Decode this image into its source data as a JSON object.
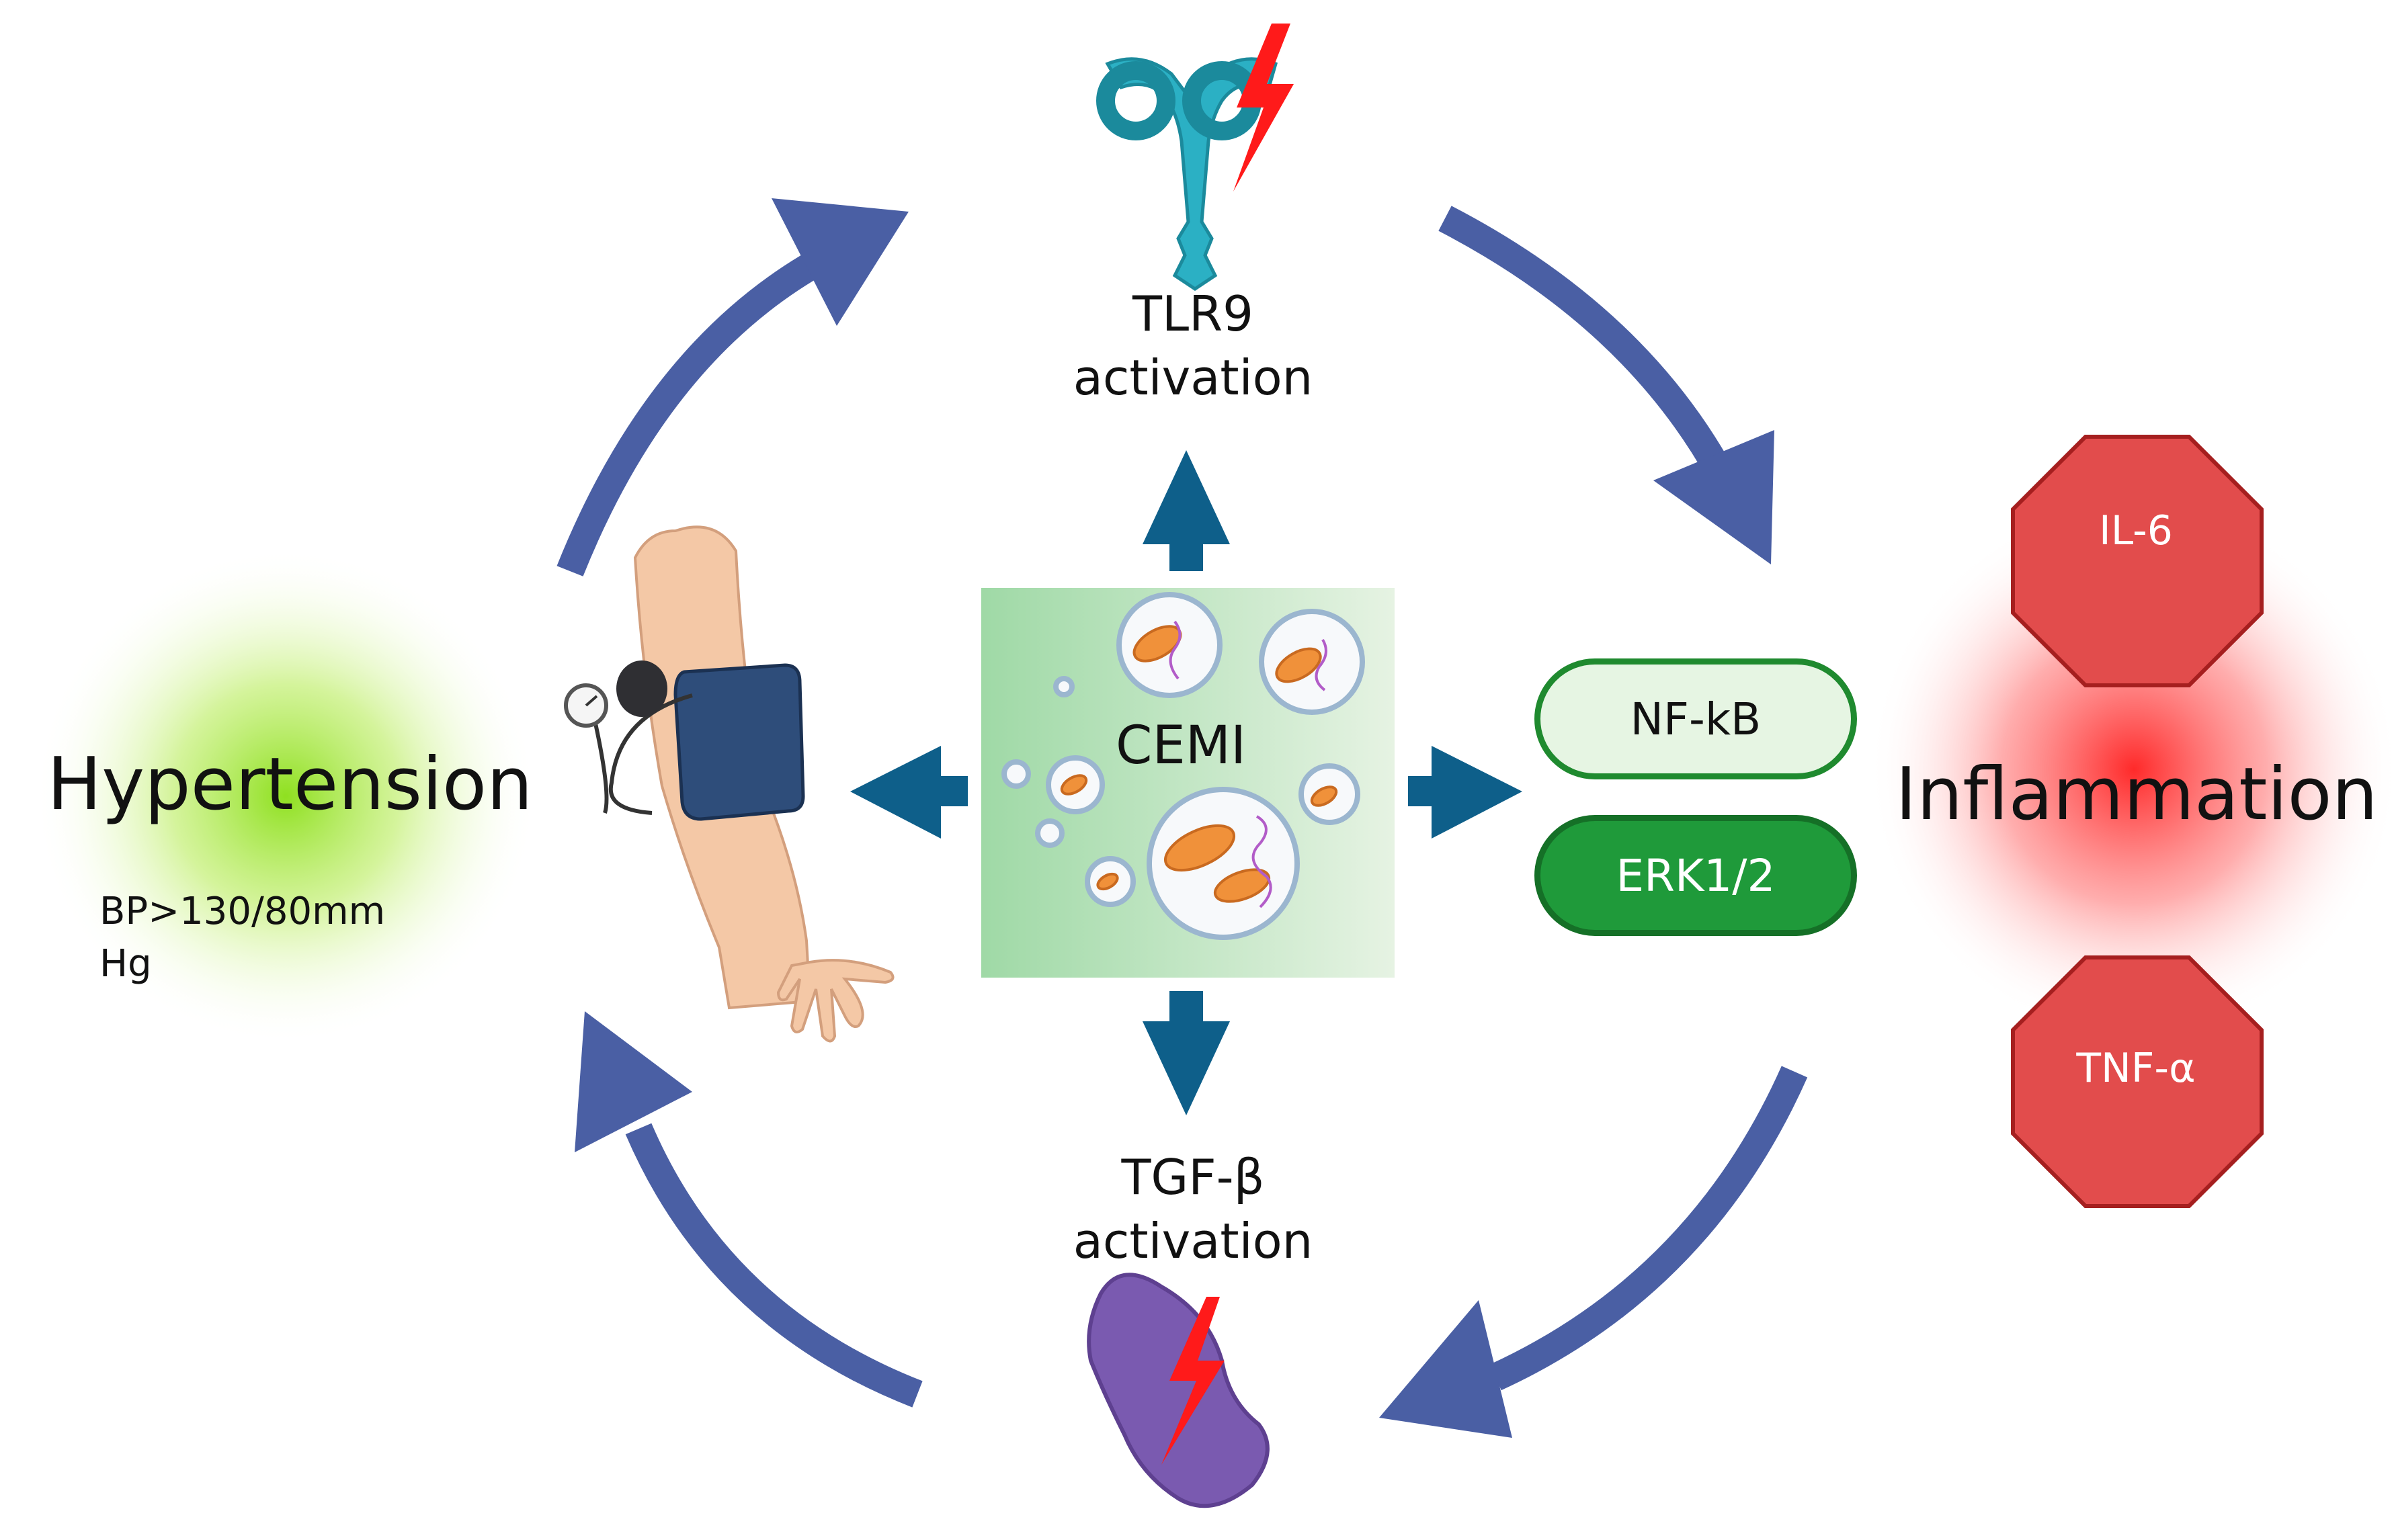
{
  "hypertension": {
    "title": "Hypertension",
    "bp_line1": "BP>130/80mm",
    "bp_line2": "Hg"
  },
  "inflammation": {
    "title": "Inflammation",
    "cytokines": [
      "IL-6",
      "TNF-α"
    ]
  },
  "center": {
    "label": "CEMI"
  },
  "tlr9": {
    "line1": "TLR9",
    "line2": "activation"
  },
  "tgfb": {
    "line1": "TGF-β",
    "line2": "activation"
  },
  "pathways": {
    "nfkb": "NF-kB",
    "erk": "ERK1/2"
  },
  "colors": {
    "cycle_arrow": "#4a5fa4",
    "center_arrow": "#0e5f8a",
    "hypertension_glow": "#8fe020",
    "inflammation_glow": "#ff3b3b",
    "cytokine": "#e24c4c",
    "lightning": "#ff1a1a",
    "receptor": "#2bb0c4",
    "cell": "#7a5ab0",
    "pathway_green": "#1f9a3a"
  }
}
